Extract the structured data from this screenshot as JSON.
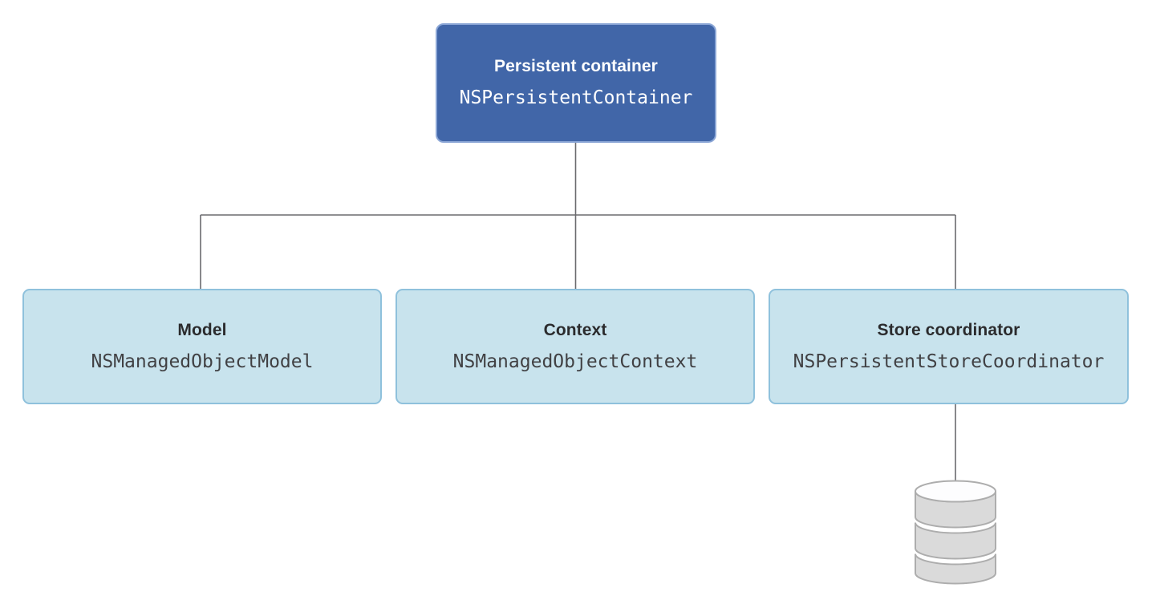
{
  "nodes": {
    "persistent_container": {
      "title": "Persistent container",
      "code": "NSPersistentContainer"
    },
    "model": {
      "title": "Model",
      "code": "NSManagedObjectModel"
    },
    "context": {
      "title": "Context",
      "code": "NSManagedObjectContext"
    },
    "store_coordinator": {
      "title": "Store coordinator",
      "code": "NSPersistentStoreCoordinator"
    }
  },
  "icons": {
    "database": "database-cylinder-icon"
  },
  "colors": {
    "primary_node_bg": "#4166a8",
    "primary_node_border": "#8ba6d6",
    "primary_node_text": "#ffffff",
    "secondary_node_bg": "#c8e3ed",
    "secondary_node_border": "#8fc1dc",
    "secondary_node_title": "#2b2b2d",
    "secondary_node_code": "#414144",
    "connector": "#6b6b6e",
    "database_fill": "#dadada",
    "database_stroke": "#adadad",
    "database_top_fill": "#fdfdfe",
    "background": "#ffffff"
  }
}
